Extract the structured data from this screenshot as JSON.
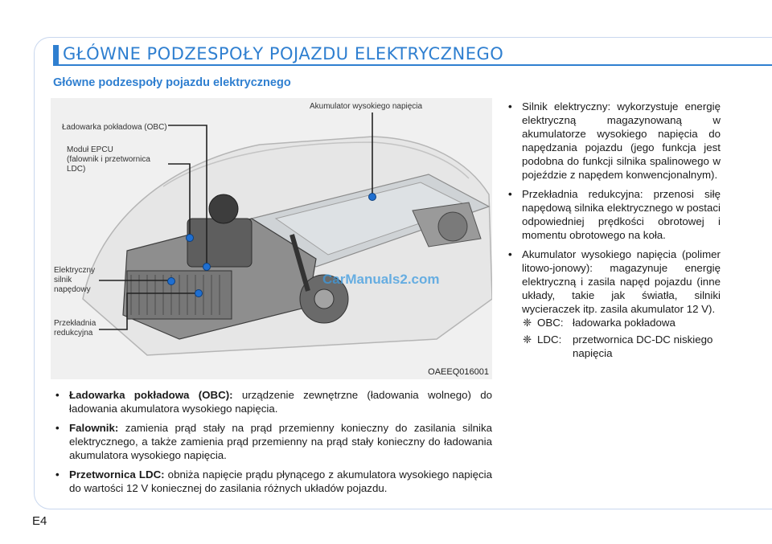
{
  "header": {
    "title": "GŁÓWNE PODZESPOŁY POJAZDU ELEKTRYCZNEGO"
  },
  "section_title": "Główne podzespoły pojazdu elektrycznego",
  "figure": {
    "callouts": {
      "battery": "Akumulator wysokiego napięcia",
      "obc": "Ładowarka pokładowa (OBC)",
      "epcu": "Moduł EPCU\n(falownik i przetwornica\nLDC)",
      "motor": "Elektryczny\nsilnik\nnapędowy",
      "reducer": "Przekładnia\nredukcyjna"
    },
    "code": "OAEEQ016001",
    "watermark": "CarManuals2.com",
    "colors": {
      "marker": "#1f6fd1",
      "leader": "#222222"
    }
  },
  "lower_bullets": [
    {
      "term": "Ładowarka pokładowa (OBC):",
      "text": " urządzenie zewnętrzne (ładowania wolnego) do ładowania akumulatora wysokiego napięcia."
    },
    {
      "term": "Falownik:",
      "text": " zamienia prąd stały na prąd przemienny konieczny do zasilania silnika elektrycznego, a także zamienia prąd przemienny na prąd stały konieczny do ładowania akumulatora wysokiego napięcia."
    },
    {
      "term": "Przetwornica LDC:",
      "text": " obniża napięcie prądu płynącego z akumulatora wysokiego napięcia do wartości 12 V koniecznej do zasilania różnych układów pojazdu."
    }
  ],
  "right_bullets": [
    {
      "text": "Silnik elektryczny: wykorzystuje energię elektryczną magazynowaną w akumulatorze wysokiego napięcia do napędzania pojazdu (jego funkcja jest podobna do funkcji silnika spalinowego w pojeździe z napędem konwencjonalnym)."
    },
    {
      "text": "Przekładnia redukcyjna: przenosi siłę napędową silnika elektrycznego w postaci odpowiedniej prędkości obrotowej i momentu obrotowego na koła."
    },
    {
      "text": "Akumulator wysokiego napięcia (polimer litowo-jonowy): magazynuje energię elektryczną i zasila napęd pojazdu (inne układy, takie jak światła, silniki wycieraczek itp. zasila akumulator 12 V)."
    }
  ],
  "abbreviations": [
    {
      "symbol": "❈",
      "key": "OBC:",
      "value": "ładowarka pokładowa"
    },
    {
      "symbol": "❈",
      "key": "LDC:",
      "value": "przetwornica DC-DC niskiego napięcia"
    }
  ],
  "page_number": "E4"
}
